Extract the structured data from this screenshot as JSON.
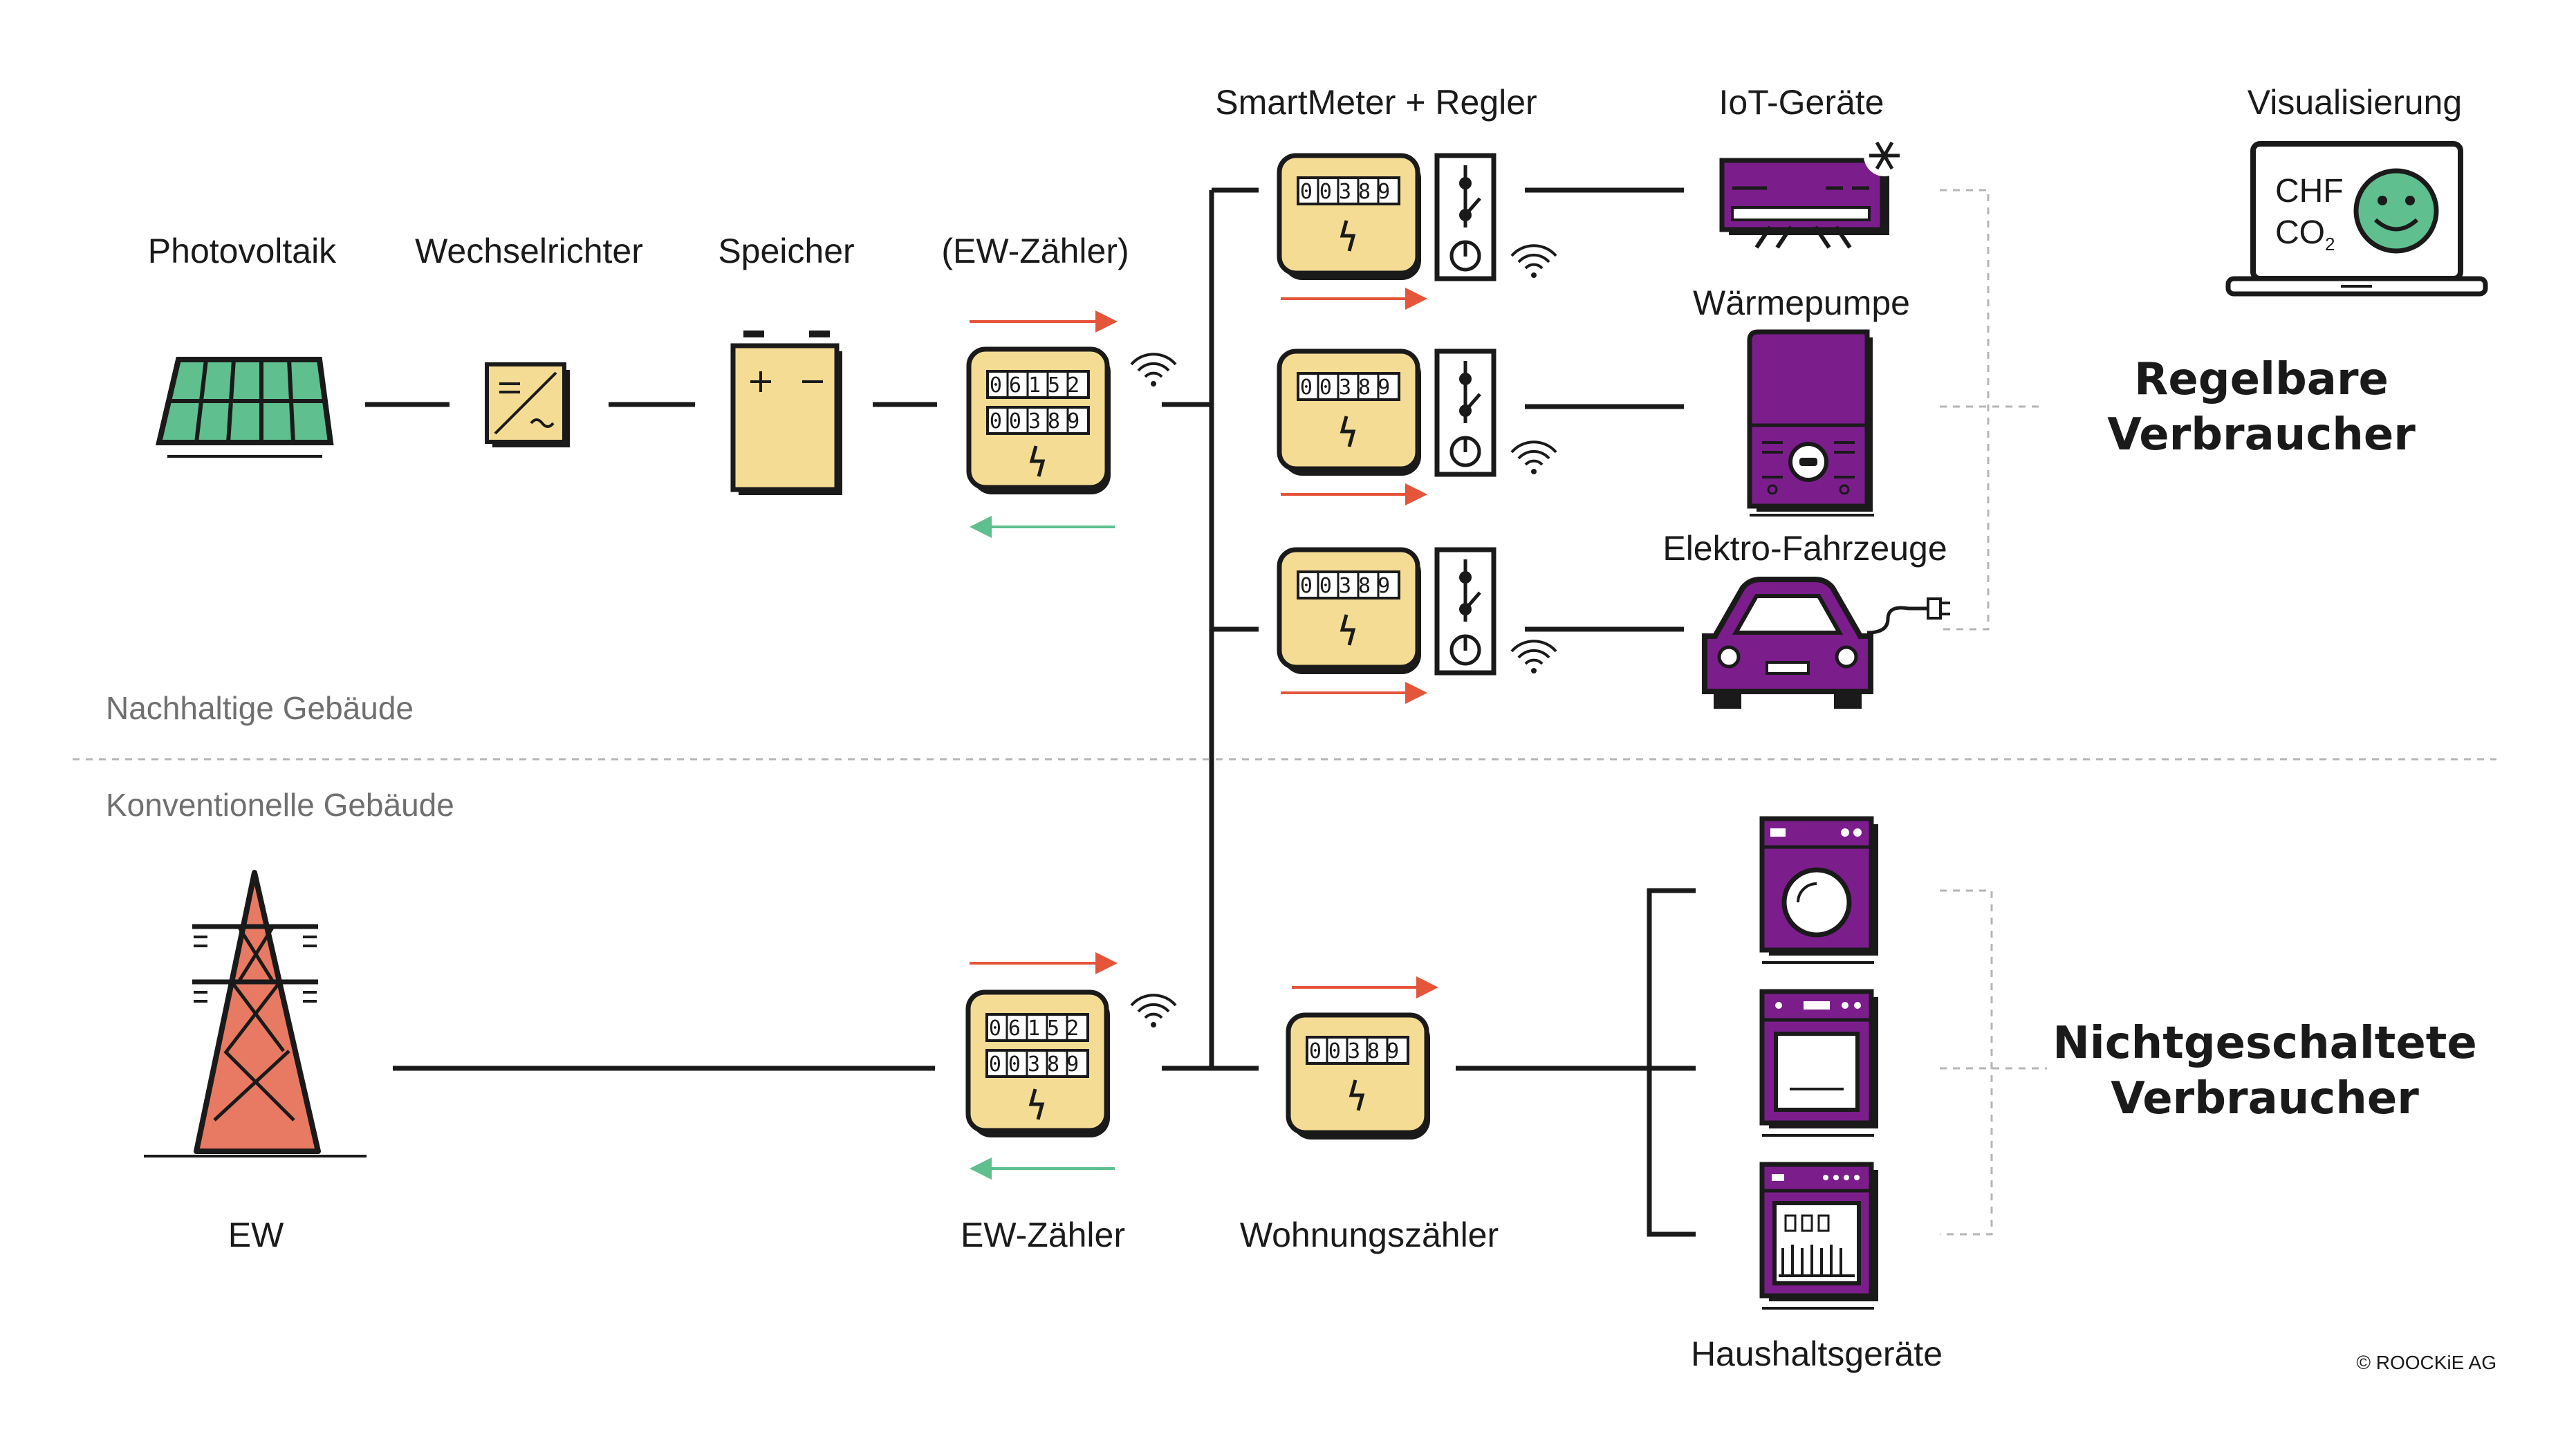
{
  "labels": {
    "pv": "Photovoltaik",
    "inverter": "Wechselrichter",
    "storage": "Speicher",
    "ew_meter_top": "(EW-Zähler)",
    "smartmeter": "SmartMeter + Regler",
    "iot": "IoT-Geräte",
    "visualisation": "Visualisierung",
    "heatpump": "Wärmepumpe",
    "ev": "Elektro-Fahrzeuge",
    "ew": "EW",
    "ew_meter_bottom": "EW-Zähler",
    "apartment_meter": "Wohnungszähler",
    "appliances": "Haushaltsgeräte"
  },
  "groups": {
    "controllable_line1": "Regelbare",
    "controllable_line2": "Verbraucher",
    "unswitched_line1": "Nichtgeschaltete",
    "unswitched_line2": "Verbraucher"
  },
  "zones": {
    "sustainable": "Nachhaltige Gebäude",
    "conventional": "Konventionelle Gebäude"
  },
  "meter_readings": {
    "feed_in": "06152",
    "consumption": "00389"
  },
  "screen": {
    "line1": "CHF",
    "line2": "CO",
    "subscript": "2"
  },
  "copyright": "© ROOCKiE AG",
  "colors": {
    "meter_fill": "#f5dc94",
    "panel_green": "#5fbf8f",
    "appliance_purple": "#7b1e8c",
    "tower_red": "#e87a63",
    "arrow_red": "#e4553a",
    "arrow_green": "#5fbf8f",
    "face_green": "#5fbf8f"
  },
  "icons": [
    "solar-panel-icon",
    "inverter-icon",
    "battery-icon",
    "meter-icon",
    "regulator-switch-icon",
    "wifi-icon",
    "air-conditioner-icon",
    "snowflake-icon",
    "heat-pump-icon",
    "electric-car-icon",
    "plug-icon",
    "laptop-icon",
    "smiley-icon",
    "power-tower-icon",
    "washing-machine-icon",
    "oven-icon",
    "dishwasher-icon"
  ]
}
